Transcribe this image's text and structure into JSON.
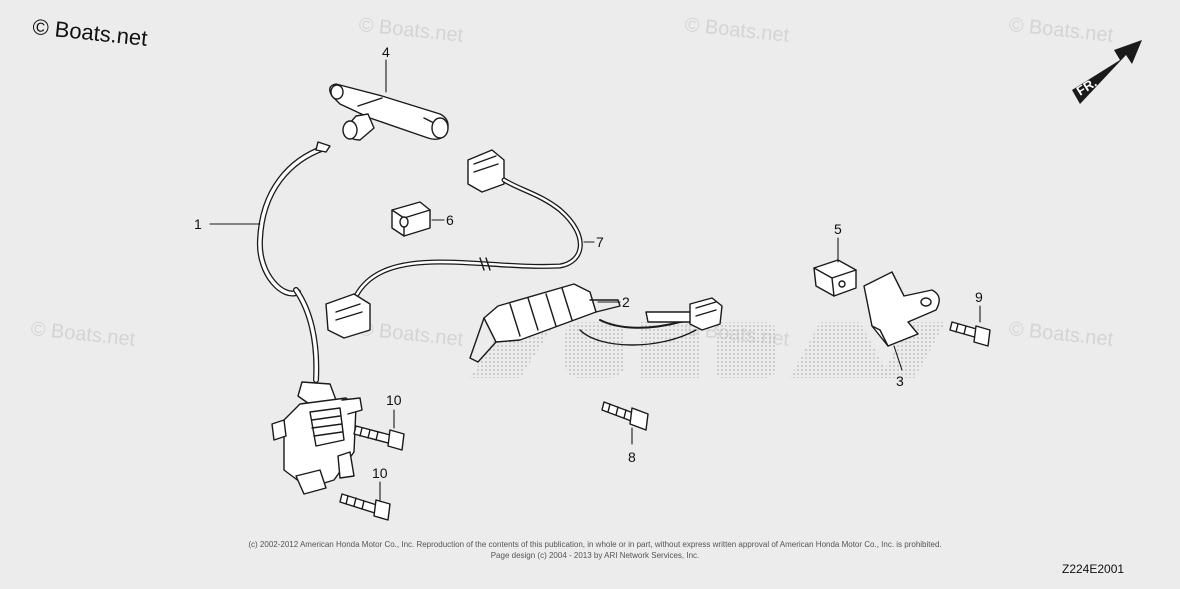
{
  "copyright_brand": "© Boats.net",
  "watermark_text": "© Boats.net",
  "front_arrow_label": "FR.",
  "callouts": [
    "1",
    "2",
    "3",
    "4",
    "5",
    "6",
    "7",
    "8",
    "9",
    "10",
    "10"
  ],
  "copyright_line1": "(c) 2002-2012 American Honda Motor Co., Inc. Reproduction of the contents of this publication, in whole or in part, without express written approval of American Honda Motor Co., Inc. is prohibited.",
  "copyright_line2": "Page design (c) 2004 - 2013 by ARI Network Services, Inc.",
  "diagram_code": "Z224E2001",
  "colors": {
    "line": "#1a1a1a",
    "background": "#ececec",
    "watermark": "#d4d4d4"
  }
}
